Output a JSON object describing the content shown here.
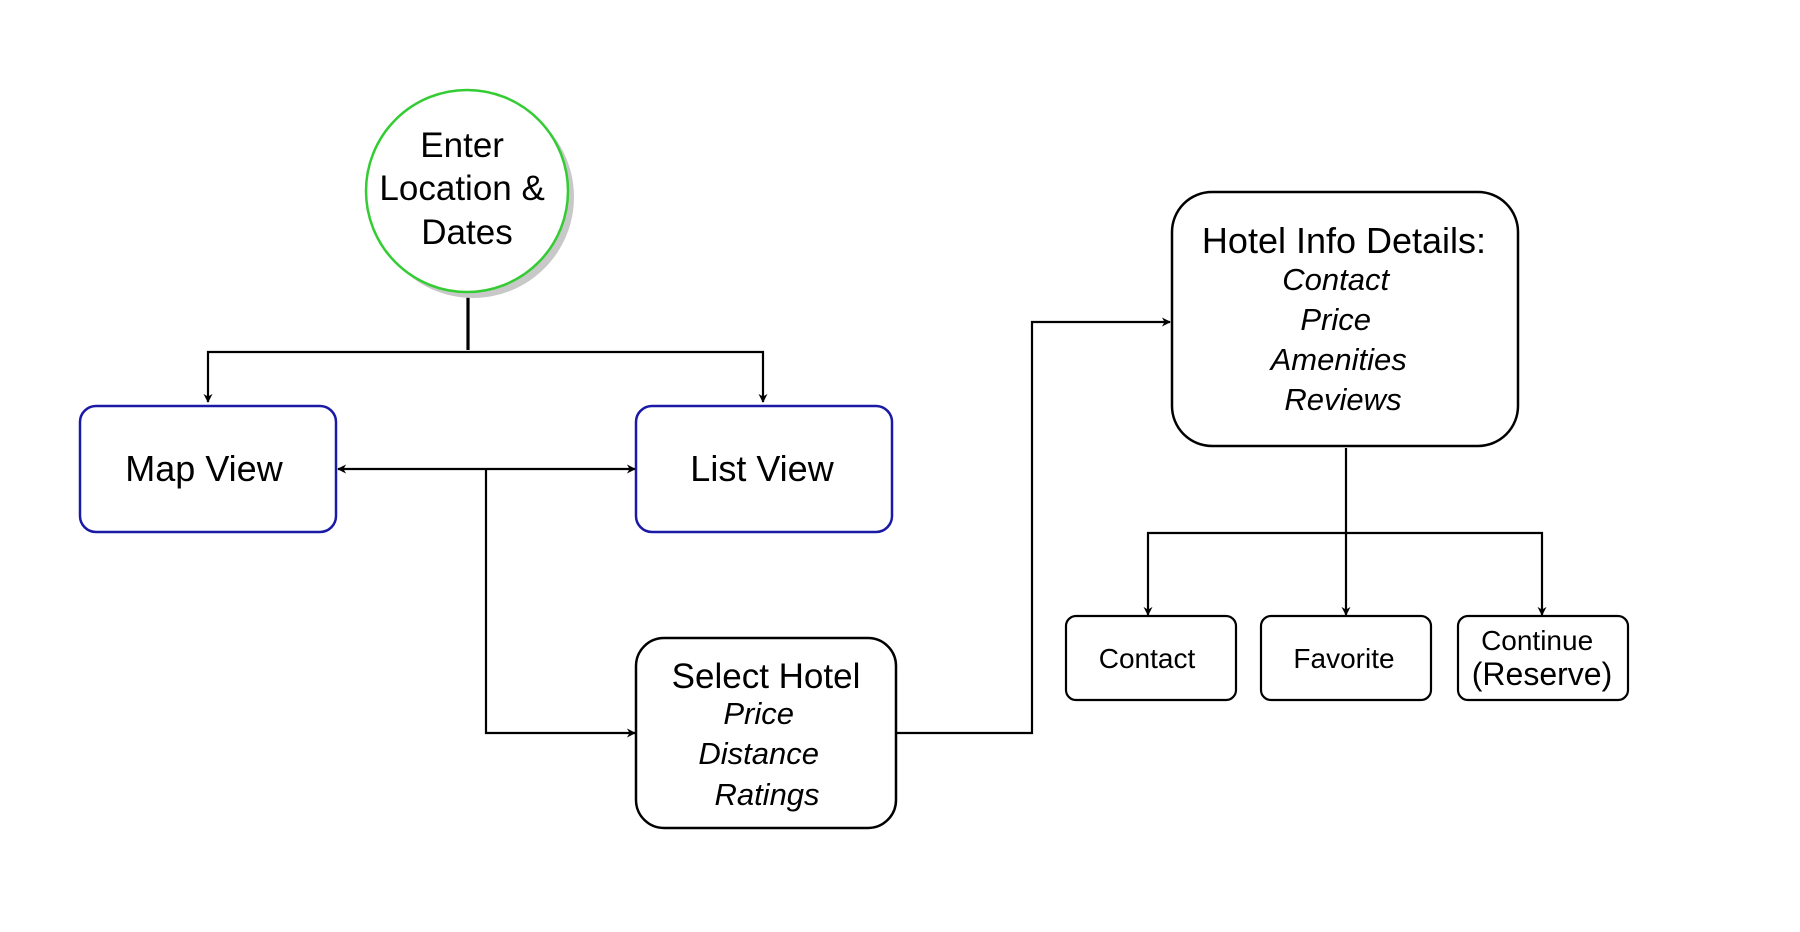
{
  "diagram": {
    "colors": {
      "start_border": "#33cc33",
      "view_border": "#1a1aa6",
      "box_border": "#000000",
      "shadow": "#c8c8c8",
      "line": "#000000"
    },
    "nodes": {
      "start": {
        "lines": [
          "Enter",
          "Location &",
          "Dates"
        ]
      },
      "map_view": {
        "label": "Map View"
      },
      "list_view": {
        "label": "List View"
      },
      "select_hotel": {
        "title": "Select Hotel",
        "items": [
          "Price",
          "Distance",
          "Ratings"
        ]
      },
      "hotel_info": {
        "title": "Hotel Info Details:",
        "items": [
          "Contact",
          "Price",
          "Amenities",
          "Reviews"
        ]
      },
      "contact": {
        "label": "Contact"
      },
      "favorite": {
        "label": "Favorite"
      },
      "continue": {
        "lines": [
          "Continue",
          "(Reserve)"
        ]
      }
    }
  }
}
